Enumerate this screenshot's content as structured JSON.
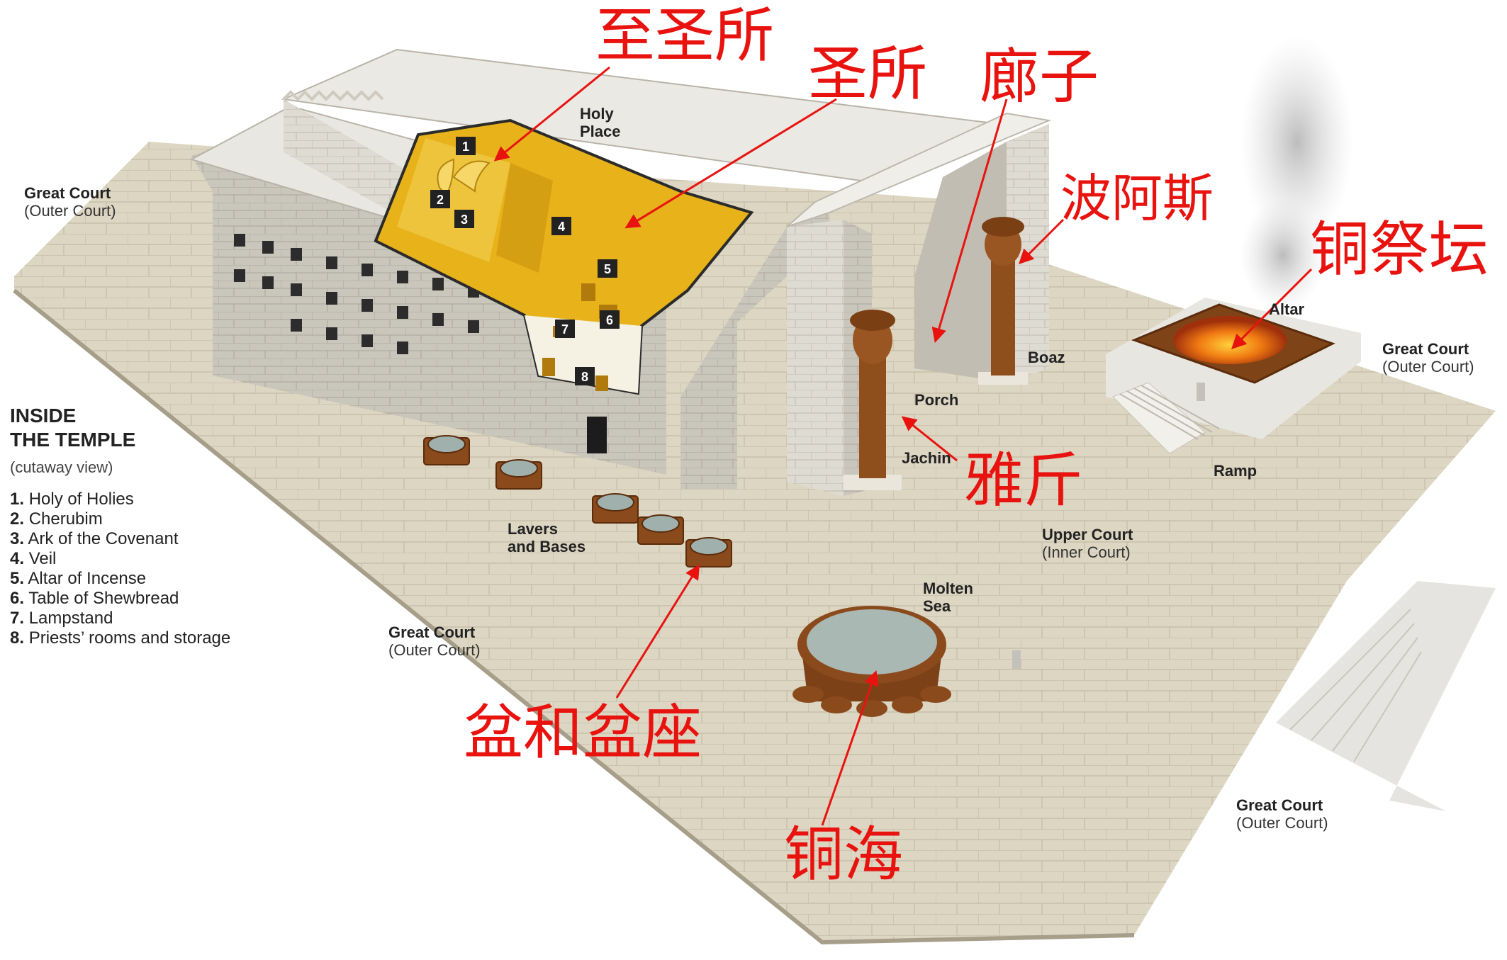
{
  "labels": {
    "holy_place": [
      "Holy",
      "Place"
    ],
    "great_court": "Great Court",
    "outer_court": "(Outer Court)",
    "upper_court": "Upper Court",
    "inner_court": "(Inner Court)",
    "altar": "Altar",
    "boaz": "Boaz",
    "porch": "Porch",
    "jachin": "Jachin",
    "ramp": "Ramp",
    "lavers": [
      "Lavers",
      "and Bases"
    ],
    "molten_sea": [
      "Molten",
      "Sea"
    ]
  },
  "legend": {
    "title": [
      "INSIDE",
      "THE TEMPLE"
    ],
    "subtitle": "(cutaway view)",
    "items": [
      {
        "num": "1.",
        "text": "Holy of Holies"
      },
      {
        "num": "2.",
        "text": "Cherubim"
      },
      {
        "num": "3.",
        "text": "Ark of the Covenant"
      },
      {
        "num": "4.",
        "text": "Veil"
      },
      {
        "num": "5.",
        "text": "Altar of Incense"
      },
      {
        "num": "6.",
        "text": "Table of Shewbread"
      },
      {
        "num": "7.",
        "text": "Lampstand"
      },
      {
        "num": "8.",
        "text": "Priests’ rooms and storage"
      }
    ]
  },
  "markers": [
    "1",
    "2",
    "3",
    "4",
    "5",
    "6",
    "7",
    "8"
  ],
  "callouts": {
    "holy_of_holies": "至圣所",
    "holy_place": "圣所",
    "porch": "廊子",
    "boaz": "波阿斯",
    "altar": "铜祭坛",
    "jachin": "雅斤",
    "lavers": "盆和盆座",
    "molten_sea": "铜海"
  },
  "colors": {
    "callout": "#e8130f",
    "stone": "#d9d4c6",
    "gold": "#e7b21a",
    "bronze": "#8a4a1c"
  }
}
